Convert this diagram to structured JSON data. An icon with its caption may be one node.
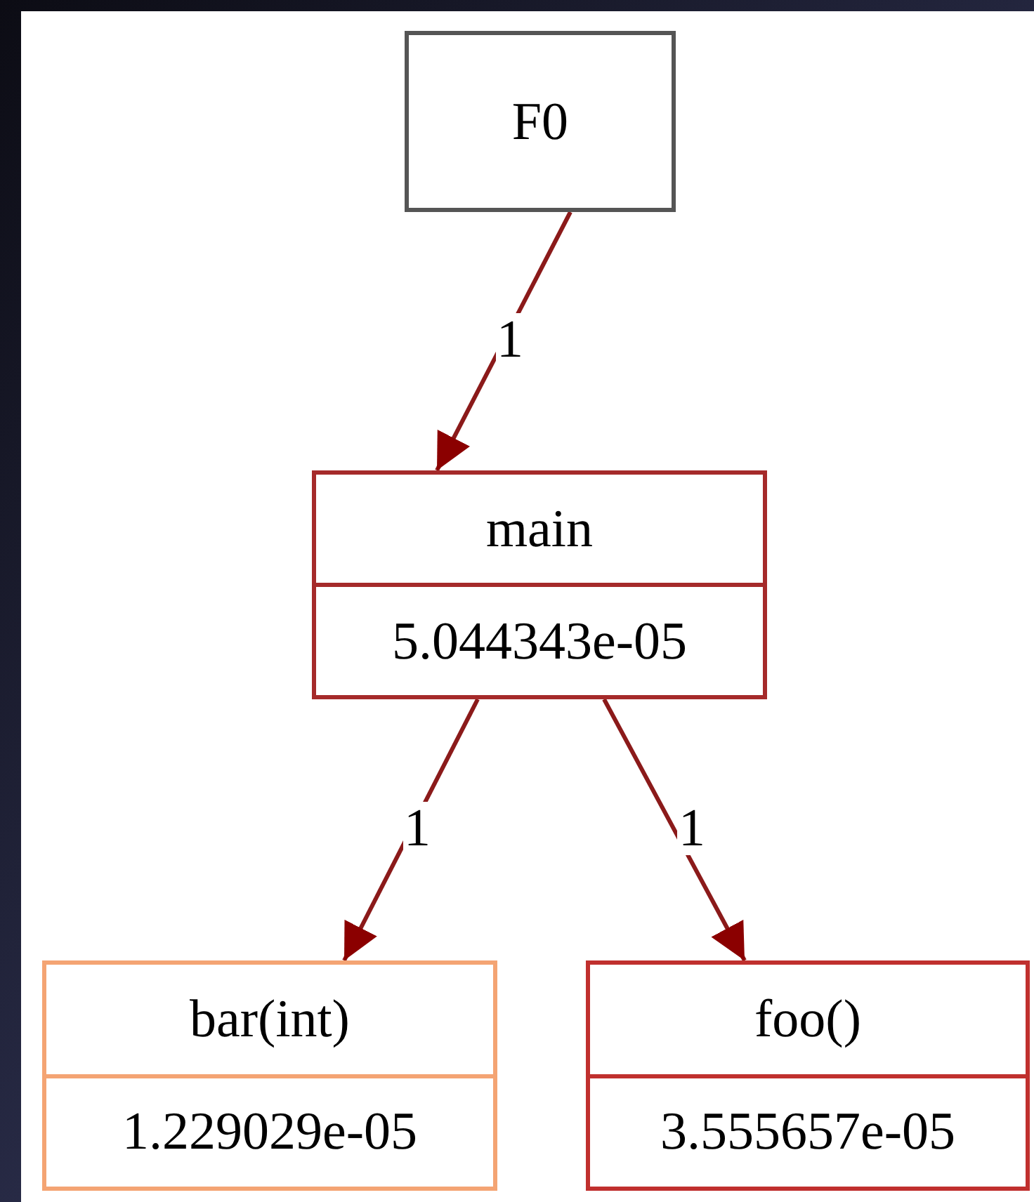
{
  "diagram": {
    "nodes": [
      {
        "text": [
          "F0"
        ]
      },
      {
        "text": [
          "main",
          "5.044343e-05"
        ]
      },
      {
        "text": [
          "bar(int)",
          "1.229029e-05"
        ]
      },
      {
        "text": [
          "foo()",
          "3.555657e-05"
        ]
      }
    ],
    "edges": [
      {
        "from": 0,
        "to": 1,
        "arrow": "to",
        "label": "1"
      },
      {
        "from": 1,
        "to": 2,
        "arrow": "to",
        "label": "1"
      },
      {
        "from": 1,
        "to": 3,
        "arrow": "to",
        "label": "1"
      }
    ]
  }
}
